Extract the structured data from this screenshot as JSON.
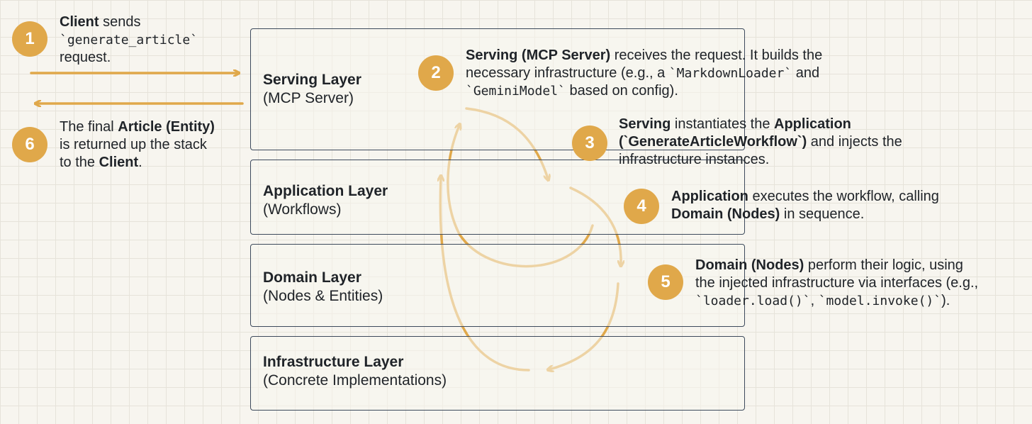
{
  "colors": {
    "accent": "#e0a84a",
    "border": "#3d4a5c",
    "background": "#f7f5ef"
  },
  "layers": [
    {
      "title": "Serving Layer",
      "subtitle": "(MCP Server)"
    },
    {
      "title": "Application Layer",
      "subtitle": "(Workflows)"
    },
    {
      "title": "Domain Layer",
      "subtitle": "(Nodes & Entities)"
    },
    {
      "title": "Infrastructure Layer",
      "subtitle": "(Concrete Implementations)"
    }
  ],
  "steps": [
    {
      "number": "1",
      "bold1": "Client",
      "t1": " sends",
      "code1": "`generate_article`",
      "t2": "request."
    },
    {
      "number": "2",
      "bold1": "Serving (MCP Server)",
      "t1": " receives the request. It builds the",
      "t2": "necessary infrastructure (e.g., a ",
      "code1": "`MarkdownLoader`",
      "t3": " and",
      "code2": "`GeminiModel`",
      "t4": " based on config)."
    },
    {
      "number": "3",
      "bold1": "Serving",
      "t1": " instantiates the ",
      "bold2": "Application",
      "bold3": "(`GenerateArticleWorkflow`)",
      "t2": " and injects the",
      "t3": "infrastructure instances."
    },
    {
      "number": "4",
      "bold1": "Application",
      "t1": " executes the workflow, calling",
      "bold2": "Domain (Nodes)",
      "t2": " in sequence."
    },
    {
      "number": "5",
      "bold1": "Domain (Nodes)",
      "t1": " perform their logic, using",
      "t2": "the injected infrastructure via interfaces (e.g.,",
      "code1": "`loader.load()`",
      "t3": ", ",
      "code2": "`model.invoke()`",
      "t4": ")."
    },
    {
      "number": "6",
      "t1": "The final ",
      "bold1": "Article (Entity)",
      "t2": "is returned up the stack",
      "t3": "to the ",
      "bold2": "Client",
      "t4": "."
    }
  ]
}
